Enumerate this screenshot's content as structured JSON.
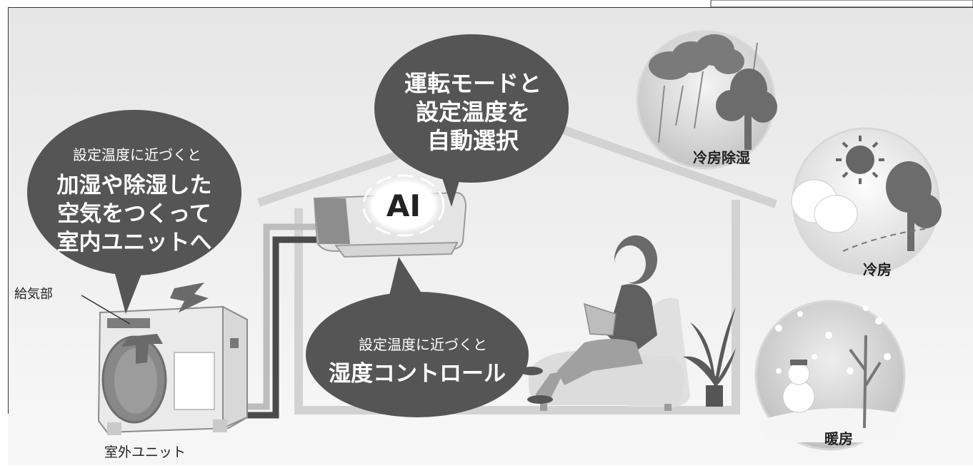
{
  "bubbles": {
    "left": {
      "line1": "設定温度に近づくと",
      "line2": "加湿や除湿した",
      "line3": "空気をつくって",
      "line4": "室内ユニットへ"
    },
    "top": {
      "line1": "運転モードと",
      "line2": "設定温度を",
      "line3": "自動選択"
    },
    "bottom": {
      "line1": "設定温度に近づくと",
      "line2": "湿度コントロール"
    }
  },
  "ai_label": "AI",
  "labels": {
    "intake": "給気部",
    "outdoor_unit": "室外ユニット"
  },
  "modes": [
    {
      "name": "冷房除湿",
      "icon": "rain-cloud-icon"
    },
    {
      "name": "冷房",
      "icon": "sun-icon"
    },
    {
      "name": "暖房",
      "icon": "snowman-icon"
    }
  ],
  "colors": {
    "bubble": "#555555",
    "background_top": "#e9e9e9",
    "background_bottom": "#f7f7f7",
    "house_outline": "#d4d4d4",
    "pipe_dark": "#4a4a4a",
    "pipe_light": "#bfbfbf"
  }
}
